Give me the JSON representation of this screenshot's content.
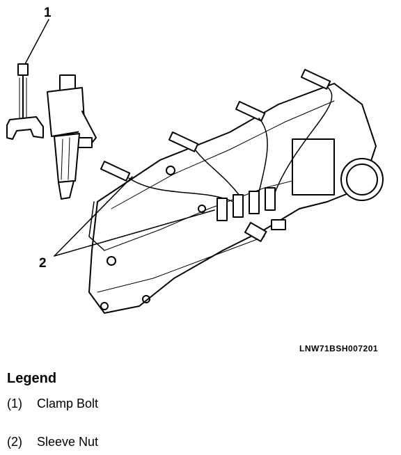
{
  "callouts": [
    {
      "label": "1"
    },
    {
      "label": "2"
    }
  ],
  "figure_code": "LNW71BSH007201",
  "legend": {
    "title": "Legend",
    "items": [
      {
        "number": "(1)",
        "text": "Clamp Bolt"
      },
      {
        "number": "(2)",
        "text": "Sleeve Nut"
      }
    ]
  }
}
